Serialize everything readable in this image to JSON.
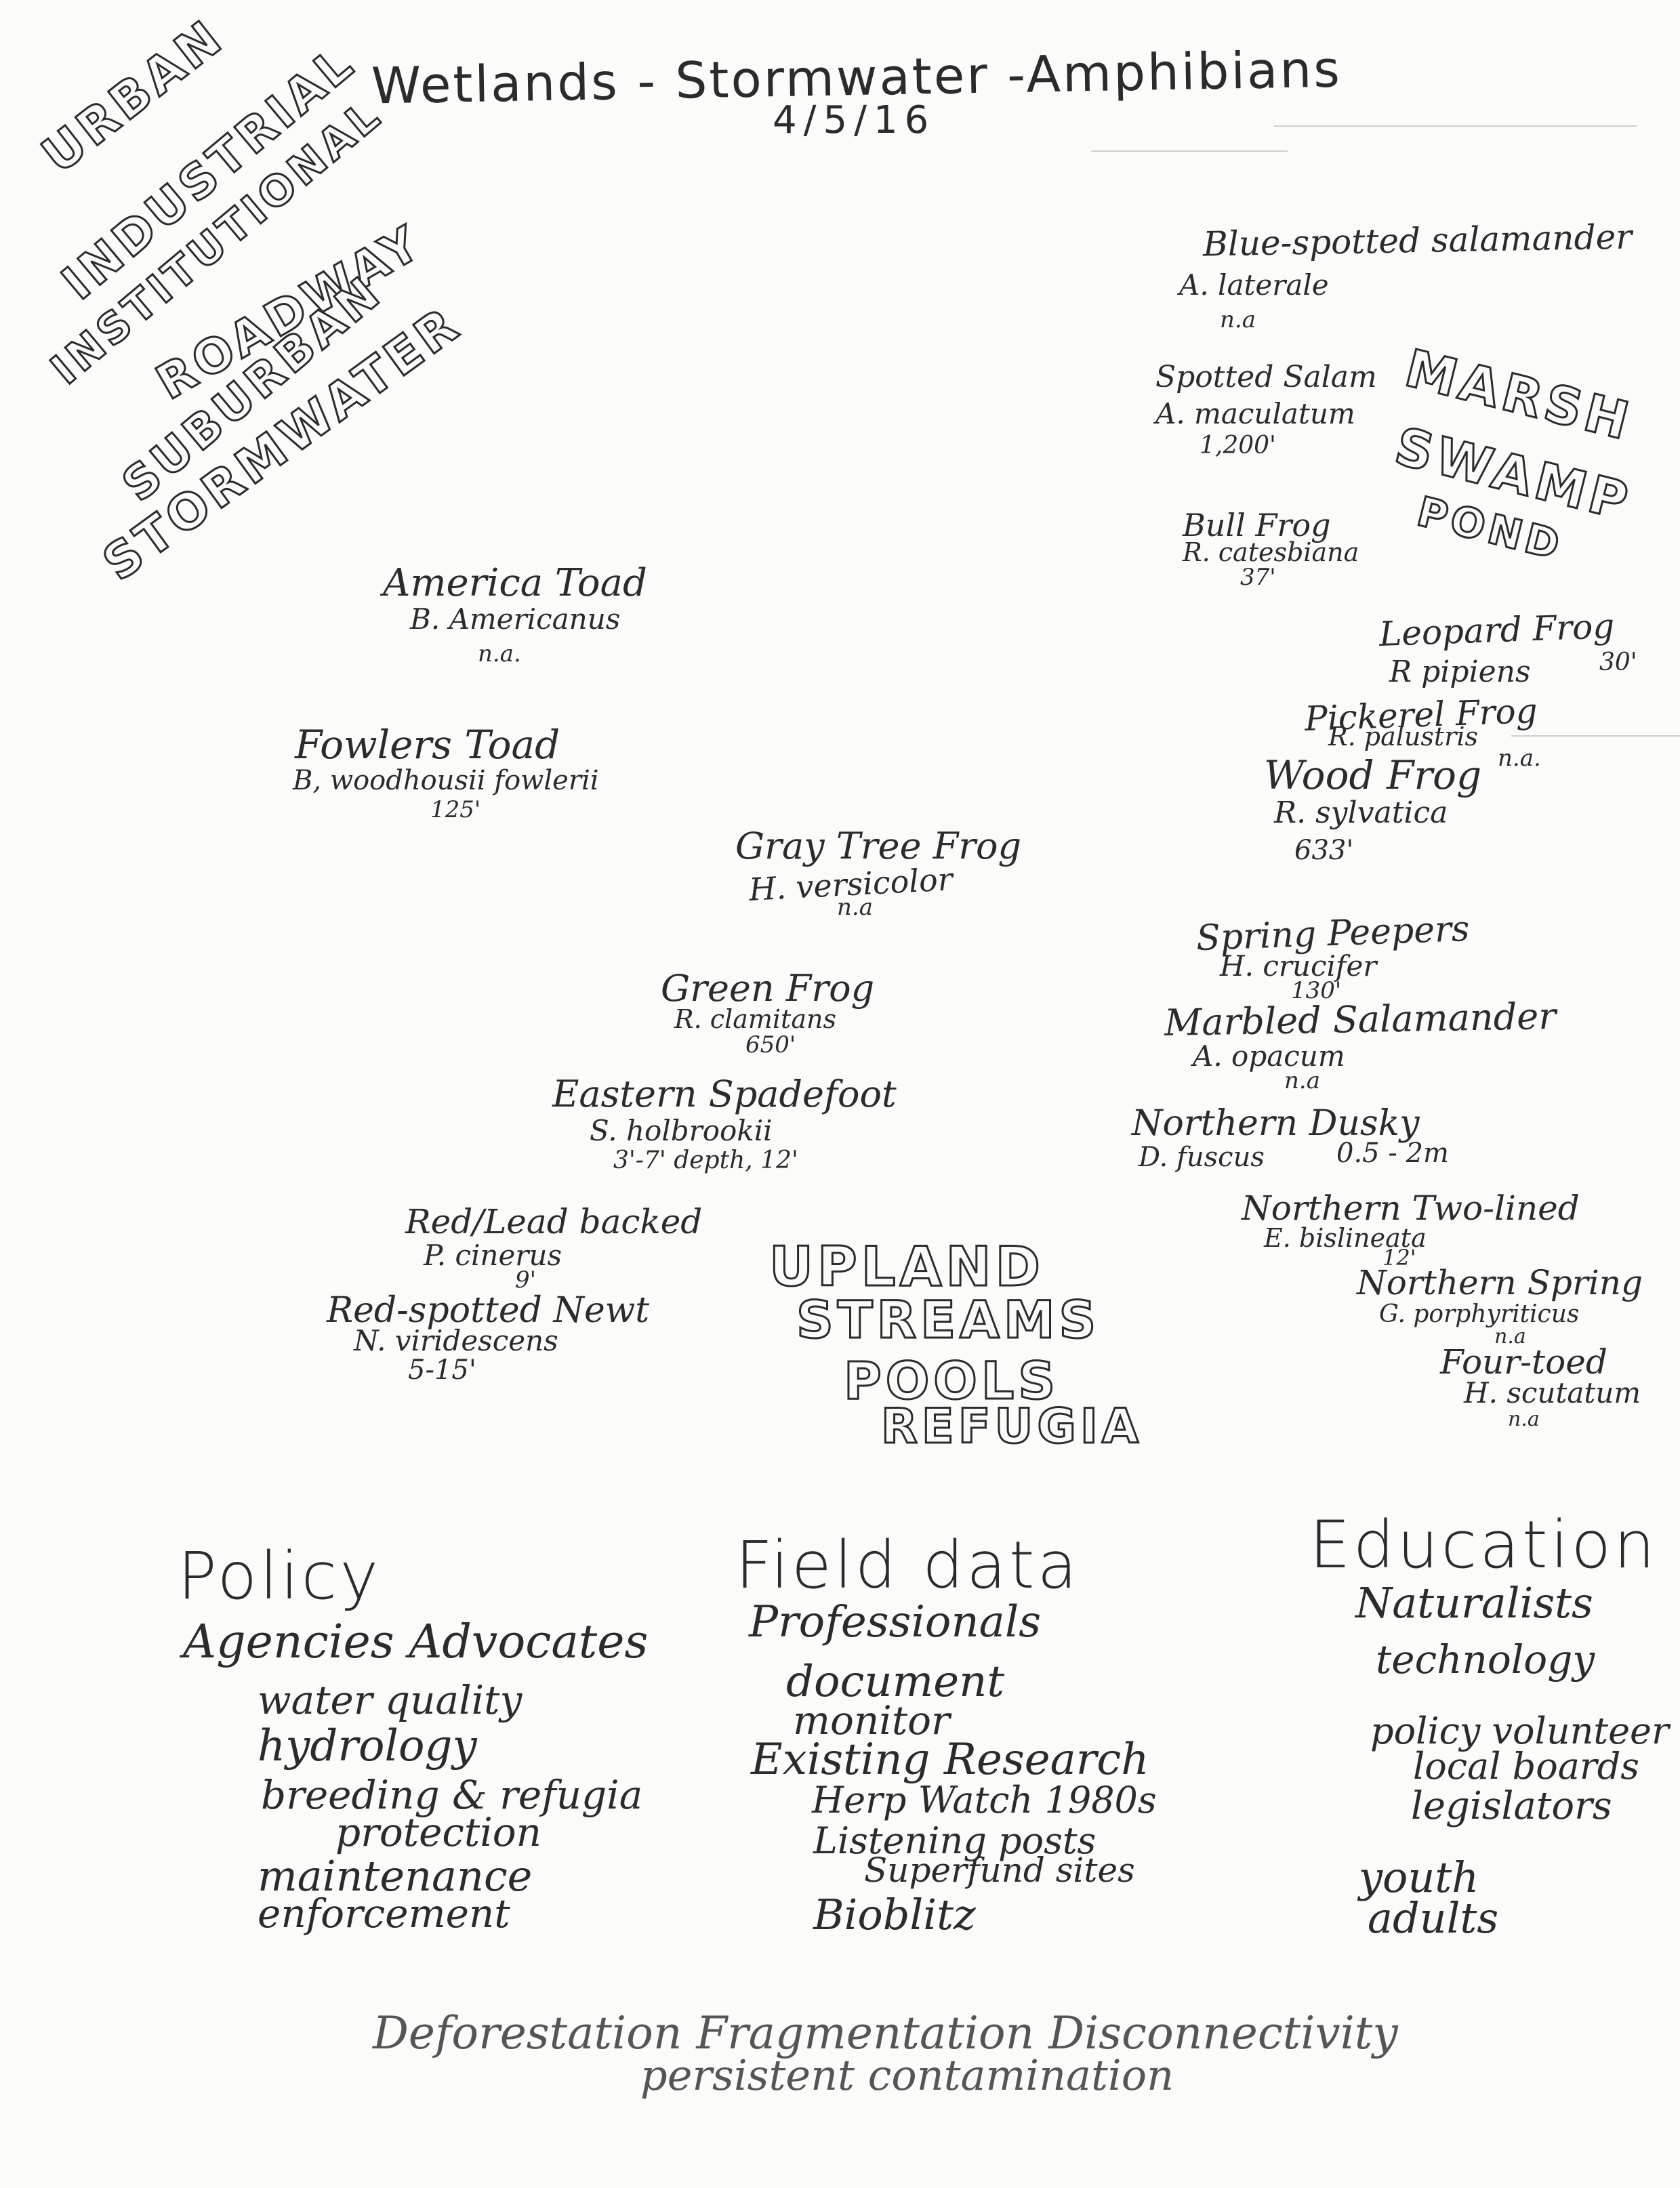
{
  "header": {
    "title": "Wetlands - Stormwater -Amphibians",
    "date": "4/5/16"
  },
  "stormwater_bubble": [
    "URBAN",
    "INDUSTRIAL",
    "INSTITUTIONAL",
    "ROADWAY",
    "SUBURBAN",
    "STORMWATER"
  ],
  "marsh_bubble": [
    "MARSH",
    "SWAMP",
    "POND"
  ],
  "upland_bubble": [
    "UPLAND",
    "STREAMS",
    "POOLS",
    "REFUGIA"
  ],
  "species": [
    {
      "name": "Blue-spotted salamander",
      "latin": "A. laterale",
      "elev": "n.a"
    },
    {
      "name": "Spotted Salam",
      "latin": "A. maculatum",
      "elev": "1,200'"
    },
    {
      "name": "Bull Frog",
      "latin": "R. catesbiana",
      "elev": "37'"
    },
    {
      "name": "Leopard Frog",
      "latin": "R pipiens",
      "elev": "30'"
    },
    {
      "name": "Pickerel Frog",
      "latin": "R. palustris",
      "elev": "n.a."
    },
    {
      "name": "Wood Frog",
      "latin": "R. sylvatica",
      "elev": "633'"
    },
    {
      "name": "America Toad",
      "latin": "B. Americanus",
      "elev": "n.a."
    },
    {
      "name": "Fowlers Toad",
      "latin": "B, woodhousii fowlerii",
      "elev": "125'"
    },
    {
      "name": "Gray Tree Frog",
      "latin": "H. versicolor",
      "elev": "n.a"
    },
    {
      "name": "Spring Peepers",
      "latin": "H. crucifer",
      "elev": "130'"
    },
    {
      "name": "Marbled Salamander",
      "latin": "A. opacum",
      "elev": "n.a"
    },
    {
      "name": "Green Frog",
      "latin": "R. clamitans",
      "elev": "650'"
    },
    {
      "name": "Eastern Spadefoot",
      "latin": "S. holbrookii",
      "elev": "3'-7' depth, 12'"
    },
    {
      "name": "Northern Dusky",
      "latin": "D. fuscus",
      "elev": "0.5 - 2m"
    },
    {
      "name": "Northern Two-lined",
      "latin": "E. bislineata",
      "elev": "12'"
    },
    {
      "name": "Red/Lead backed",
      "latin": "P. cinerus",
      "elev": "9'"
    },
    {
      "name": "Red-spotted Newt",
      "latin": "N. viridescens",
      "elev": "5-15'"
    },
    {
      "name": "Northern Spring",
      "latin": "G. porphyriticus",
      "elev": "n.a"
    },
    {
      "name": "Four-toed",
      "latin": "H. scutatum",
      "elev": "n.a"
    }
  ],
  "policy": {
    "heading": "Policy",
    "subheading": "Agencies Advocates",
    "items": [
      "water quality",
      "hydrology",
      "breeding & refugia",
      "protection",
      "maintenance",
      "enforcement"
    ]
  },
  "field_data": {
    "heading": "Field data",
    "subheading": "Professionals",
    "items": [
      "document",
      "monitor"
    ],
    "subheading2": "Existing Research",
    "items2": [
      "Herp Watch 1980s",
      "Listening posts",
      "Superfund sites",
      "Bioblitz"
    ]
  },
  "education": {
    "heading": "Education",
    "items": [
      "Naturalists",
      "technology",
      "policy volunteer",
      "local boards",
      "legislators",
      "youth",
      "adults"
    ]
  },
  "footer": {
    "line1": "Deforestation Fragmentation Disconnectivity",
    "line2": "persistent contamination"
  }
}
